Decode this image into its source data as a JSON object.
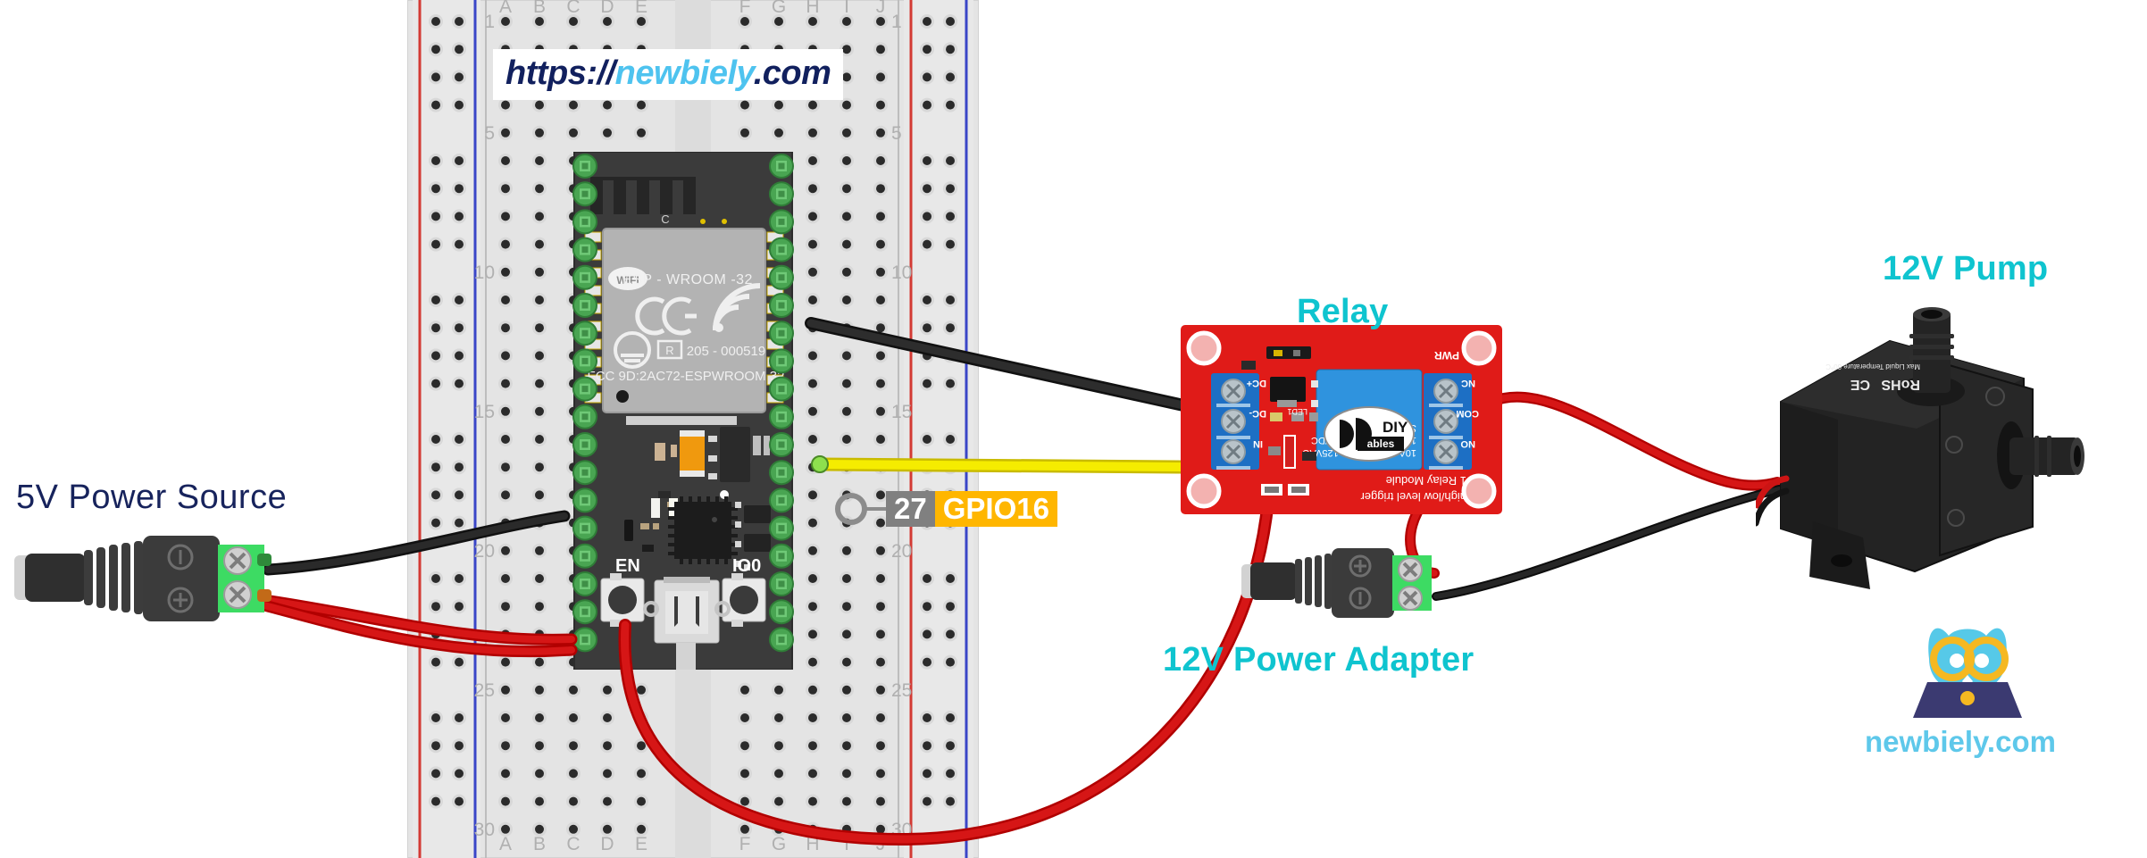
{
  "watermark": {
    "prefix": "https://",
    "brand": "newbiely",
    "tld": ".com",
    "prefix_color": "#11205e",
    "brand_color": "#4ec3ef"
  },
  "labels": {
    "power_source": "5V Power Source",
    "relay": "Relay",
    "pump": "12V Pump",
    "power_adapter": "12V Power Adapter"
  },
  "colors": {
    "navy": "#17235c",
    "cyan": "#0fc4cf",
    "wire_black": "#1a1a1a",
    "wire_red": "#cc0000",
    "wire_yellow": "#f5e800",
    "relay_pcb": "#e01b18",
    "relay_blue": "#1d6fc4",
    "terminal_green": "#3ddb63",
    "breadboard": "#e3e3e3",
    "esp_pcb": "#3b3b3b",
    "pin_badge_num": "#808080",
    "pin_badge_name": "#ffb600"
  },
  "pin_callout": {
    "number": "27",
    "name": "GPIO16"
  },
  "breadboard": {
    "columns_left": [
      "A",
      "B",
      "C",
      "D",
      "E"
    ],
    "columns_right": [
      "F",
      "G",
      "H",
      "I",
      "J"
    ],
    "row_labels": [
      "1",
      "5",
      "10",
      "15",
      "20",
      "25",
      "30"
    ],
    "total_rows": 30
  },
  "esp32": {
    "module_name": "ESP - WROOM -32",
    "wifi_mark": "WIFI",
    "ce_mark": "CE",
    "r_mark": "R",
    "r_number": "205 - 000519",
    "fcc": "FCC 9D:2AC72-ESPWROOM 32",
    "silk_c": "C",
    "button_left": "EN",
    "button_right": "IO0"
  },
  "relay_module": {
    "title_line1": "1 Relay Module",
    "title_line2": "high/low level trigger",
    "relay_part": "SRD-05VDC-SL-C",
    "rating_line1": "10A 250VAC 10A 125VAC",
    "rating_line2": "10A 30VDC 10A 28VDC",
    "brand_top": "DIY",
    "brand_bottom": "ables",
    "pwr_label": "PWR",
    "led_label": "LED1",
    "input_terminals": [
      "DC+",
      "DC-",
      "IN"
    ],
    "output_terminals": [
      "NC",
      "COM",
      "NO"
    ]
  },
  "pump": {
    "mark_rohs": "RoHS",
    "mark_ce": "CE",
    "spec_line": "Max Liquid Temperature 60°C"
  },
  "dc_jack_5v": {
    "minus": "⊖",
    "plus": "⊕"
  },
  "dc_jack_12v": {
    "plus": "⊕",
    "minus": "⊖"
  },
  "logo": {
    "text": "newbiely.com",
    "text_color": "#5ec8ea",
    "owl_body": "#56c9e8",
    "glasses": "#f5b821",
    "laptop": "#3b3a71",
    "laptop_dot": "#f5b821"
  }
}
